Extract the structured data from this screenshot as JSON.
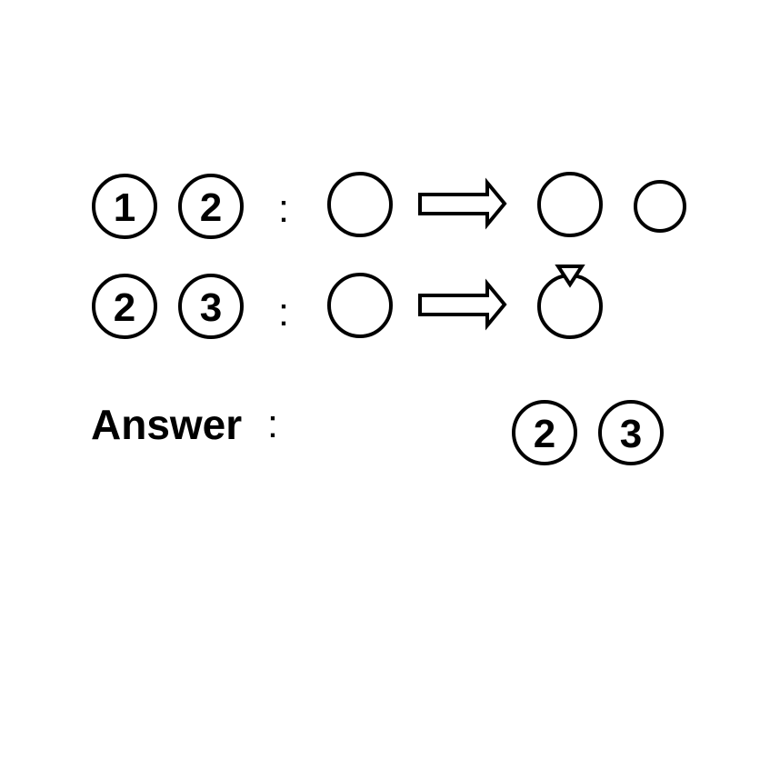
{
  "rows": [
    {
      "labels": [
        "1",
        "2"
      ],
      "separator": ":"
    },
    {
      "labels": [
        "2",
        "3"
      ],
      "separator": ":"
    }
  ],
  "answer": {
    "label": "Answer",
    "separator": ":",
    "labels": [
      "2",
      "3"
    ]
  },
  "colors": {
    "stroke": "#000000",
    "background": "#ffffff"
  }
}
